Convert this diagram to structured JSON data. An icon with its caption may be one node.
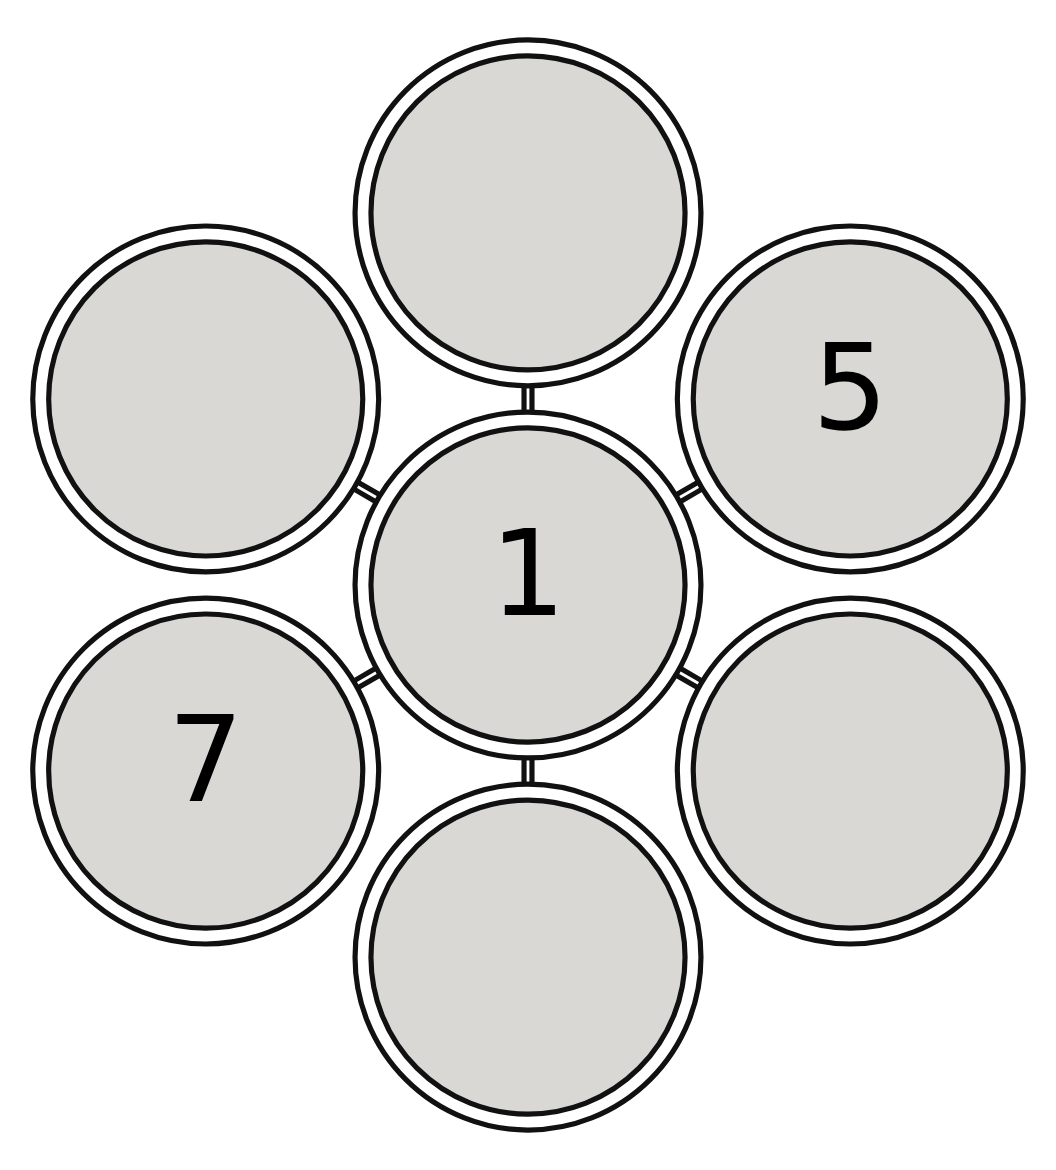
{
  "diagram": {
    "nodes": [
      {
        "text": [
          "5"
        ]
      },
      {
        "text": [],
        "shape": "circle"
      },
      {
        "text": [],
        "shape": "circle"
      },
      {
        "text": [
          "1"
        ]
      },
      {
        "text": [
          "7"
        ]
      },
      {
        "text": [],
        "shape": "circle"
      },
      {
        "text": [],
        "shape": "circle"
      }
    ],
    "edges": [
      {
        "from": 3,
        "to": 0,
        "arrow": "none"
      },
      {
        "from": 3,
        "to": 2,
        "arrow": "none"
      },
      {
        "from": 3,
        "to": 5,
        "arrow": "none"
      },
      {
        "from": 3,
        "to": 6,
        "arrow": "none"
      },
      {
        "from": 3,
        "to": 4,
        "arrow": "none"
      },
      {
        "from": 3,
        "to": 1,
        "arrow": "none"
      }
    ]
  }
}
